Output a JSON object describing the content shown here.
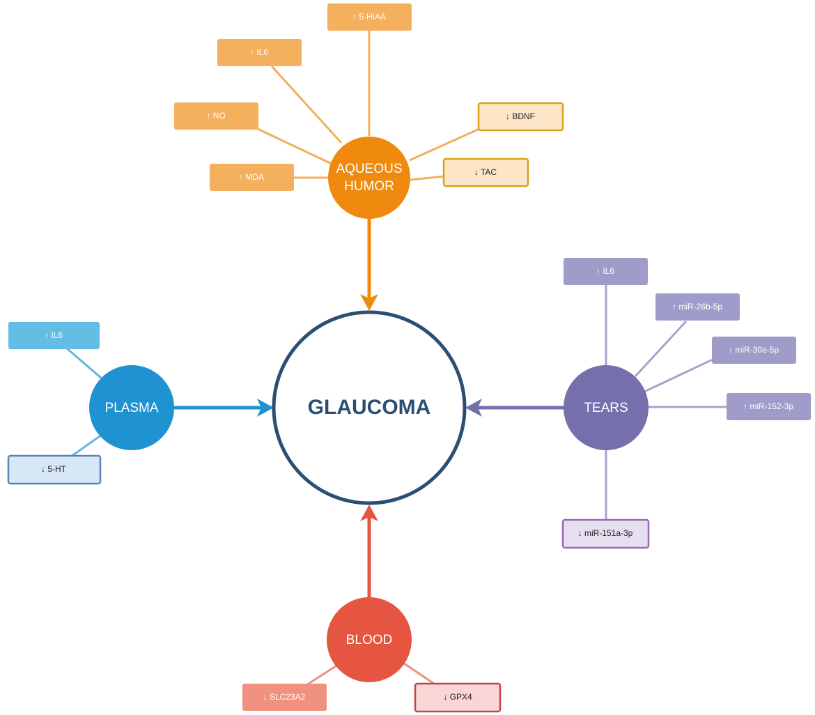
{
  "center": {
    "label": "GLAUCOMA"
  },
  "hubs": {
    "aqueous": {
      "label_line1": "AQUEOUS",
      "label_line2": "HUMOR",
      "color": "#ef8a0e",
      "box_fill_up": "#f4b05c",
      "box_fill_down": "#fde5c8",
      "box_border_down": "#d9a21c",
      "line_color": "#f3ad5b",
      "markers": [
        {
          "label": "↑ 5-HIAA",
          "direction": "up"
        },
        {
          "label": "↑ IL6",
          "direction": "up"
        },
        {
          "label": "↑ NO",
          "direction": "up"
        },
        {
          "label": "↑ MDA",
          "direction": "up"
        },
        {
          "label": "↓ BDNF",
          "direction": "down"
        },
        {
          "label": "↓ TAC",
          "direction": "down"
        }
      ]
    },
    "tears": {
      "label": "TEARS",
      "color": "#7570ac",
      "box_fill_up": "#a09cc9",
      "box_fill_down": "#e6dff0",
      "box_border_down": "#9a68b3",
      "line_color": "#a7a2cc",
      "markers": [
        {
          "label": "↑ IL6",
          "direction": "up"
        },
        {
          "label": "↑ miR-26b-5p",
          "direction": "up"
        },
        {
          "label": "↑ miR-30e-5p",
          "direction": "up"
        },
        {
          "label": "↑ miR-152-3p",
          "direction": "up"
        },
        {
          "label": "↓ miR-151a-3p",
          "direction": "down"
        }
      ]
    },
    "plasma": {
      "label": "PLASMA",
      "color": "#1f93d1",
      "box_fill_up": "#63bde5",
      "box_fill_down": "#d8e7f7",
      "box_border_down": "#5a84b8",
      "line_color": "#62b7de",
      "markers": [
        {
          "label": "↑ IL6",
          "direction": "up"
        },
        {
          "label": "↓ 5-HT",
          "direction": "down"
        }
      ]
    },
    "blood": {
      "label": "BLOOD",
      "color": "#e65541",
      "box_fill_up": "#f0907f",
      "box_fill_down": "#f9d6d5",
      "box_border_down": "#c0464a",
      "line_color": "#ee8f7f",
      "markers": [
        {
          "label": "↓ SLC23A2",
          "direction": "down"
        },
        {
          "label": "↓ GPX4",
          "direction": "down"
        }
      ]
    }
  },
  "center_border_color": "#2b4f73"
}
